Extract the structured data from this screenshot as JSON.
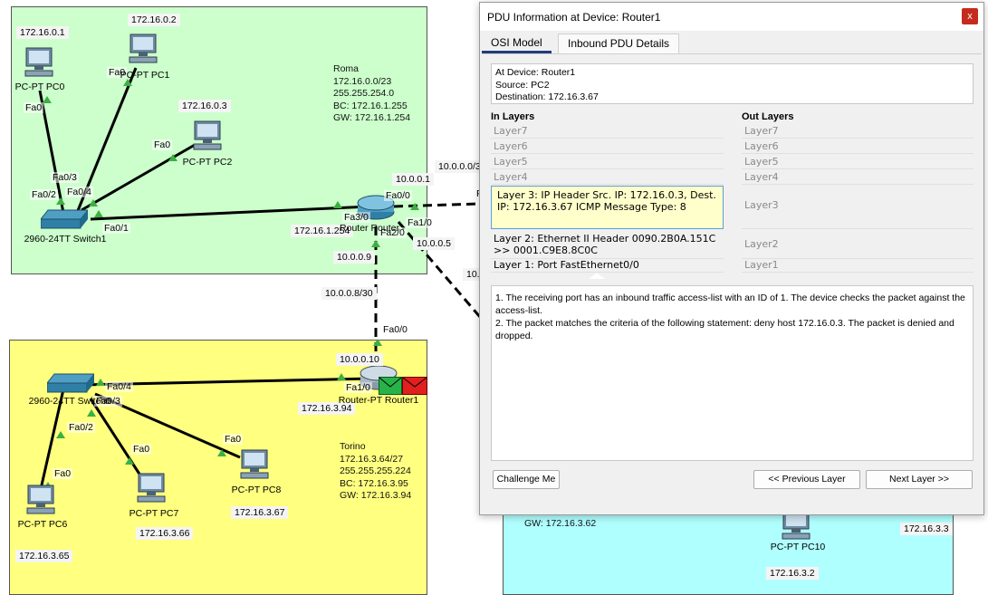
{
  "colors": {
    "roma_area": "#ccffcc",
    "torino_area": "#ffff80",
    "cyan_area": "#b0ffff",
    "link_up": "#3cb043",
    "accent": "#1f3d7a"
  },
  "roma": {
    "note": "Roma\n172.16.0.0/23\n255.255.254.0\nBC: 172.16.1.255\nGW: 172.16.1.254"
  },
  "torino": {
    "note": "Torino\n172.16.3.64/27\n255.255.255.224\nBC: 172.16.3.95\nGW: 172.16.3.94"
  },
  "cyan": {
    "gw_note": "GW: 172.16.3.62",
    "pc10_label": "PC-PT\nPC10",
    "pc10_ip": "172.16.3.2",
    "ip_right": "172.16.3.3"
  },
  "devices": {
    "pc_top_left_ip": "172.16.0.1",
    "pc_top_left_label": "PC-PT\nPC0",
    "pc1_ip": "172.16.0.2",
    "pc1_label": "PC-PT\nPC1",
    "pc2_ip": "172.16.0.3",
    "pc2_label": "PC-PT\nPC2",
    "switch1_label": "2960-24TT\nSwitch1",
    "router_roma_ip": "172.16.1.254",
    "router_roma_label": "Router\nRouter",
    "router1_label": "Router-PT\nRouter1",
    "router1_ip": "172.16.3.94",
    "switch0_label": "2960-24TT\nSwitch0",
    "pc6_label": "PC-PT\nPC6",
    "pc6_ip": "172.16.3.65",
    "pc7_label": "PC-PT\nPC7",
    "pc7_ip": "172.16.3.66",
    "pc8_label": "PC-PT\nPC8",
    "pc8_ip": "172.16.3.67"
  },
  "links": {
    "ip_10_0_0_1": "10.0.0.1",
    "net_10_0_0_0": "10.0.0.0/3",
    "ip_10_0_0_5": "10.0.0.5",
    "ip_10_0_0_9": "10.0.0.9",
    "net_10_0_0_8": "10.0.0.8/30",
    "ip_10_0_0_10": "10.0.0.10",
    "net_10_cut": "10."
  },
  "ports": {
    "fa0_pc0": "Fa0",
    "fa0_pc1": "Fa0",
    "fa0_pc2": "Fa0",
    "sw1_fa0_3": "Fa0/3",
    "sw1_fa0_2": "Fa0/2",
    "sw1_fa0_4": "Fa0/4",
    "sw1_fa0_1": "Fa0/1",
    "r_fa3_0": "Fa3/0",
    "r_fa0_0": "Fa0/0",
    "r_fa1_0": "Fa1/0",
    "r_fa2_0": "Fa2/0",
    "r_f_cut": "F",
    "r1_fa0_0": "Fa0/0",
    "r1_fa1_0": "Fa1/0",
    "sw0_fa0_4": "Fa0/4",
    "sw0_fa0_3": "Fa0/3",
    "sw0_fa0_2": "Fa0/2",
    "fa0_pc6": "Fa0",
    "fa0_pc7": "Fa0",
    "fa0_pc8": "Fa0"
  },
  "dialog": {
    "title": "PDU Information at Device: Router1",
    "close": "x",
    "tabs": [
      "OSI Model",
      "Inbound PDU Details"
    ],
    "info_lines": [
      "At Device: Router1",
      "Source: PC2",
      "Destination: 172.16.3.67"
    ],
    "in_layers_title": "In Layers",
    "out_layers_title": "Out Layers",
    "in_layers": [
      "Layer7",
      "Layer6",
      "Layer5",
      "Layer4",
      "Layer 3: IP Header Src. IP: 172.16.0.3, Dest. IP: 172.16.3.67 ICMP Message Type: 8",
      "Layer 2: Ethernet II Header 0090.2B0A.151C >> 0001.C9E8.8C0C",
      "Layer 1: Port FastEthernet0/0"
    ],
    "out_layers": [
      "Layer7",
      "Layer6",
      "Layer5",
      "Layer4",
      "Layer3",
      "Layer2",
      "Layer1"
    ],
    "description": [
      "1. The receiving port has an inbound traffic access-list with an ID of 1. The device checks the packet against the access-list.",
      "2. The packet matches the criteria of the following statement: deny host 172.16.0.3. The packet is denied and dropped."
    ],
    "buttons": {
      "challenge": "Challenge Me",
      "prev": "<< Previous Layer",
      "next": "Next Layer >>"
    }
  }
}
